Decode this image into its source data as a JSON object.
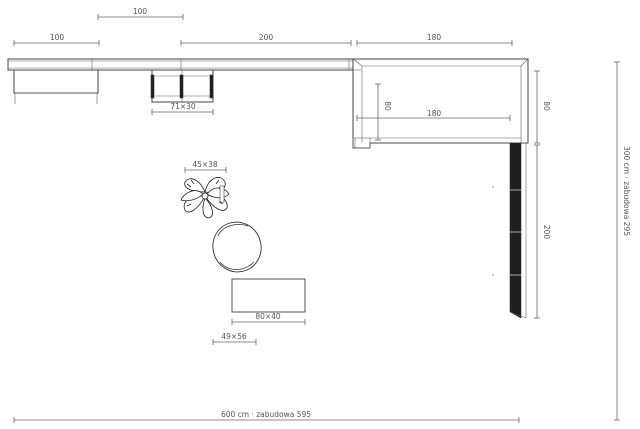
{
  "dimensions": {
    "top_offset": "100",
    "top_left": "100",
    "top_middle": "200",
    "top_right": "180",
    "corner_depth": "80",
    "corner_inner_width": "180",
    "right_height_top": "80",
    "right_height_bottom": "200",
    "total_height": "300 cm · zabudowa 295",
    "total_width": "600 cm · zabudowa 595"
  },
  "furniture": {
    "shelf_unit": "71×30",
    "plant": "45×38",
    "table": "80×40",
    "chair": "49×56"
  }
}
